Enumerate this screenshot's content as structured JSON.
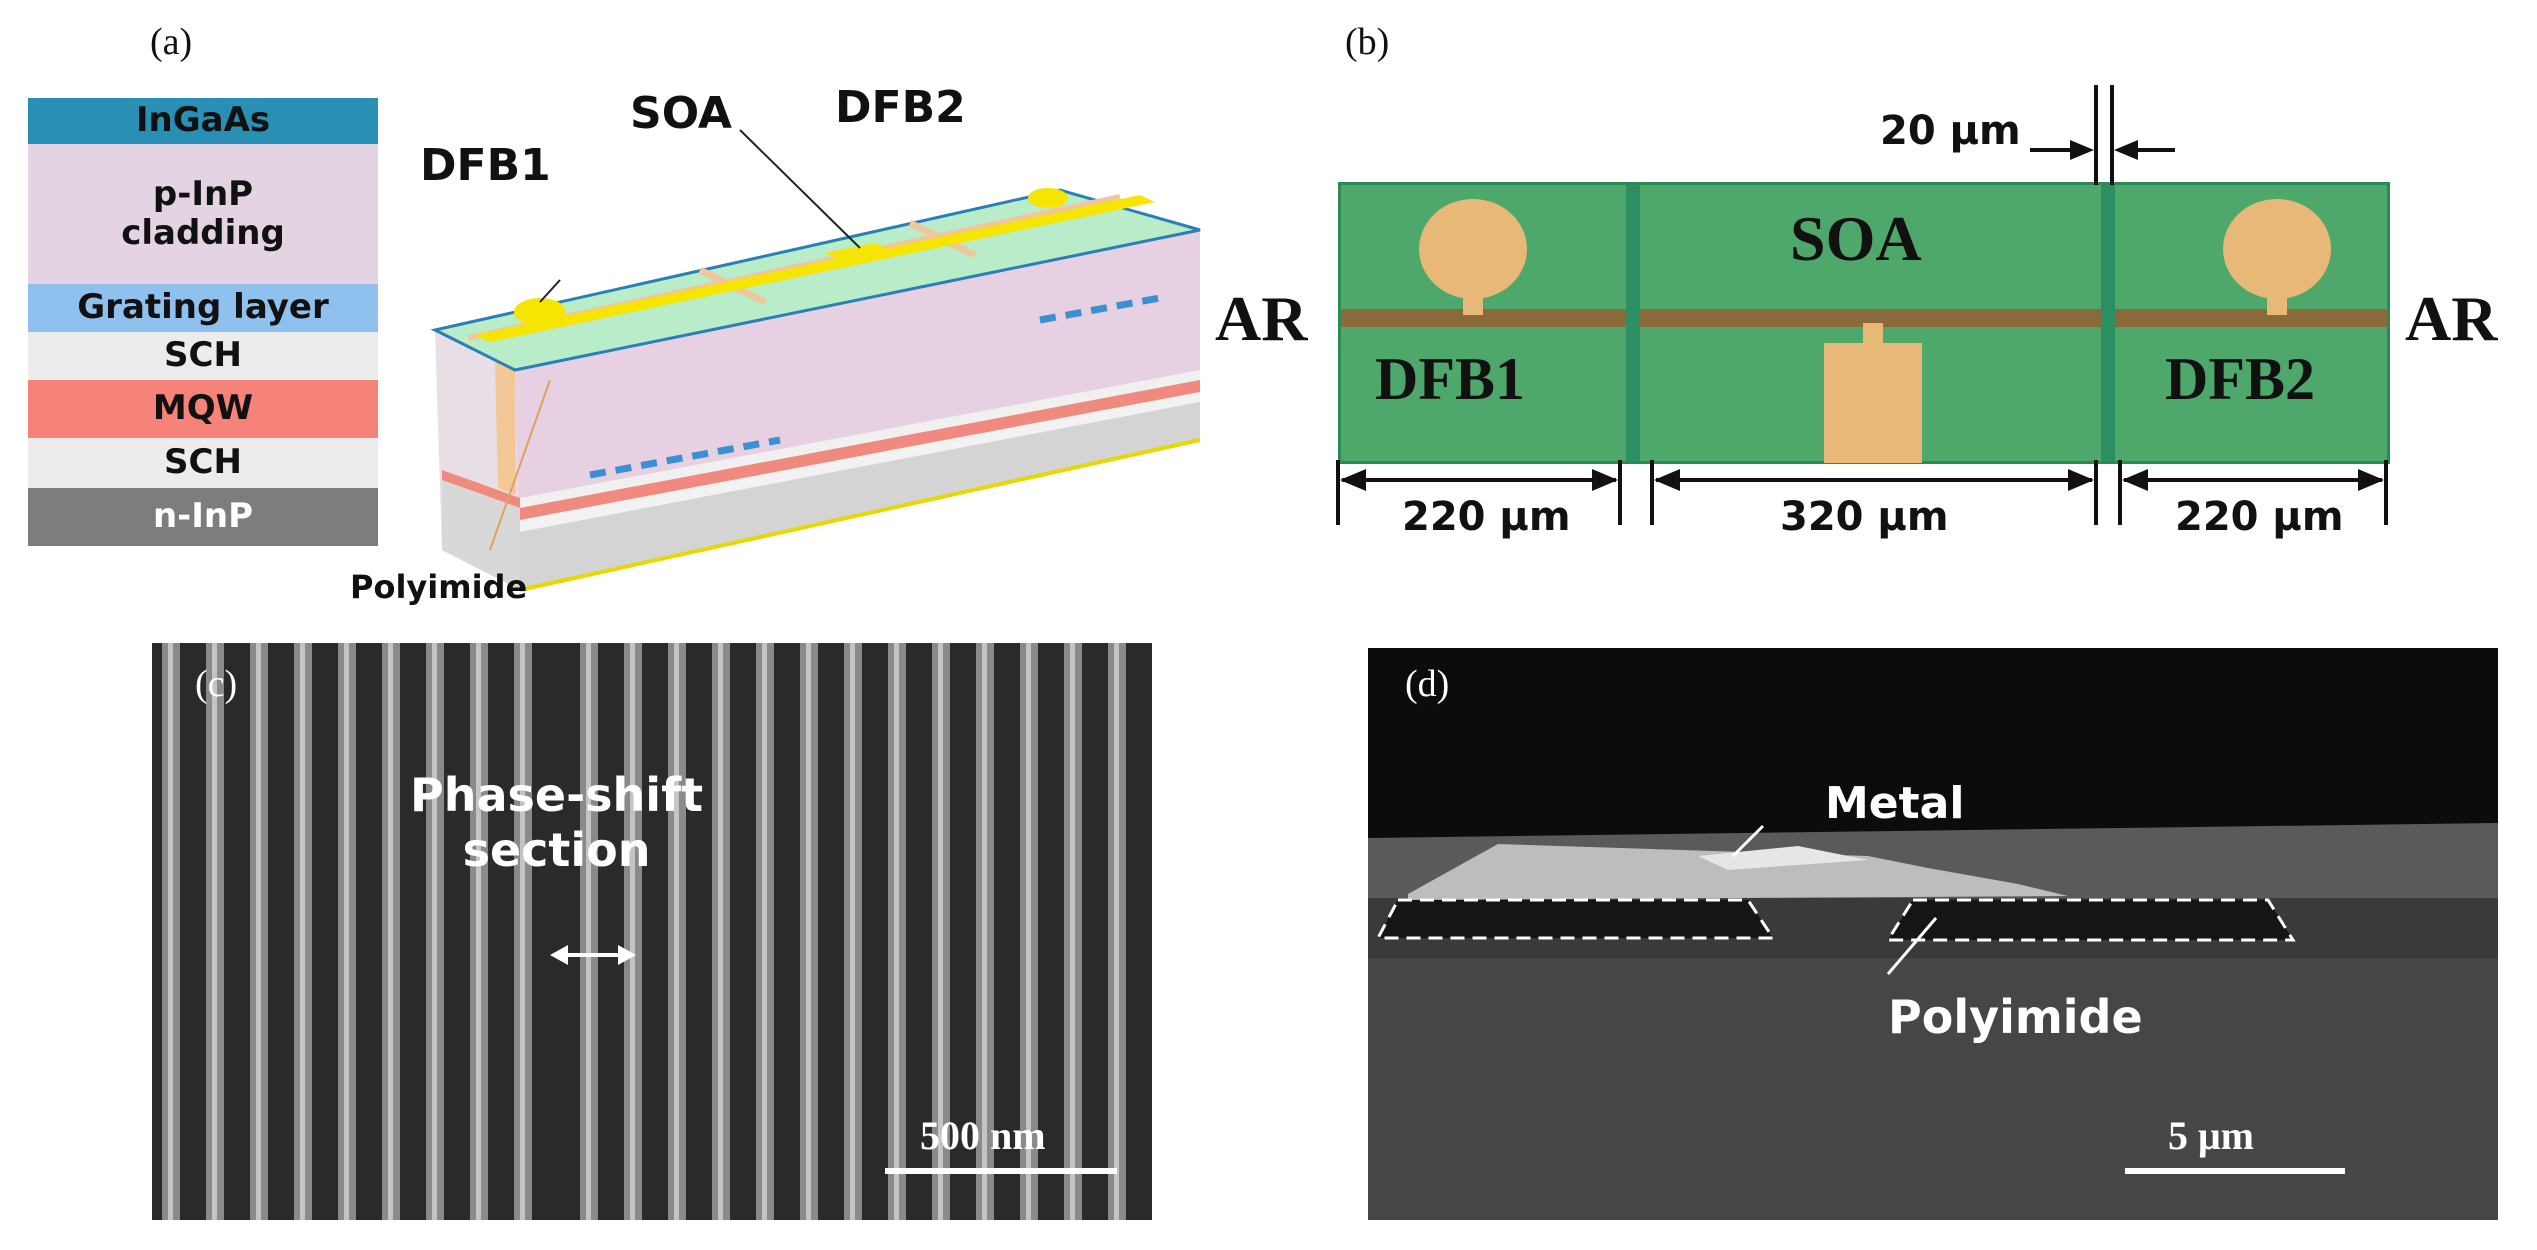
{
  "panel_a": {
    "letter": "(a)",
    "layers": [
      {
        "label": "InGaAs",
        "color": "#2a8fb5"
      },
      {
        "label": "p-InP\ncladding",
        "color": "#e4d4e3"
      },
      {
        "label": "Grating layer",
        "color": "#8fc1ee"
      },
      {
        "label": "SCH",
        "color": "#ececec"
      },
      {
        "label": "MQW",
        "color": "#f5837a"
      },
      {
        "label": "SCH",
        "color": "#ececec"
      },
      {
        "label": "n-InP",
        "color": "#7d7d7d"
      }
    ],
    "labels": {
      "dfb1": "DFB1",
      "soa": "SOA",
      "dfb2": "DFB2",
      "polyimide": "Polyimide"
    },
    "colors": {
      "top": "#b9ecc9",
      "metal": "#f6e500",
      "cladding": "#e3cce0",
      "grating": "#3b8fd3",
      "mqw": "#f08a7e",
      "substrate": "#cfcfcf"
    }
  },
  "panel_b": {
    "letter": "(b)",
    "ar_left": "AR",
    "ar_right": "AR",
    "soa": "SOA",
    "dfb1": "DFB1",
    "dfb2": "DFB2",
    "gap": "20 μm",
    "dim1": "220 μm",
    "dim2": "320 μm",
    "dim3": "220 μm",
    "colors": {
      "chip": "#4ea86c",
      "pad": "#e8b878",
      "waveguide": "#8b6a3a"
    }
  },
  "panel_c": {
    "letter": "(c)",
    "label": "Phase-shift\nsection",
    "scale": "500 nm"
  },
  "panel_d": {
    "letter": "(d)",
    "metal": "Metal",
    "polyimide": "Polyimide",
    "scale": "5 μm"
  }
}
